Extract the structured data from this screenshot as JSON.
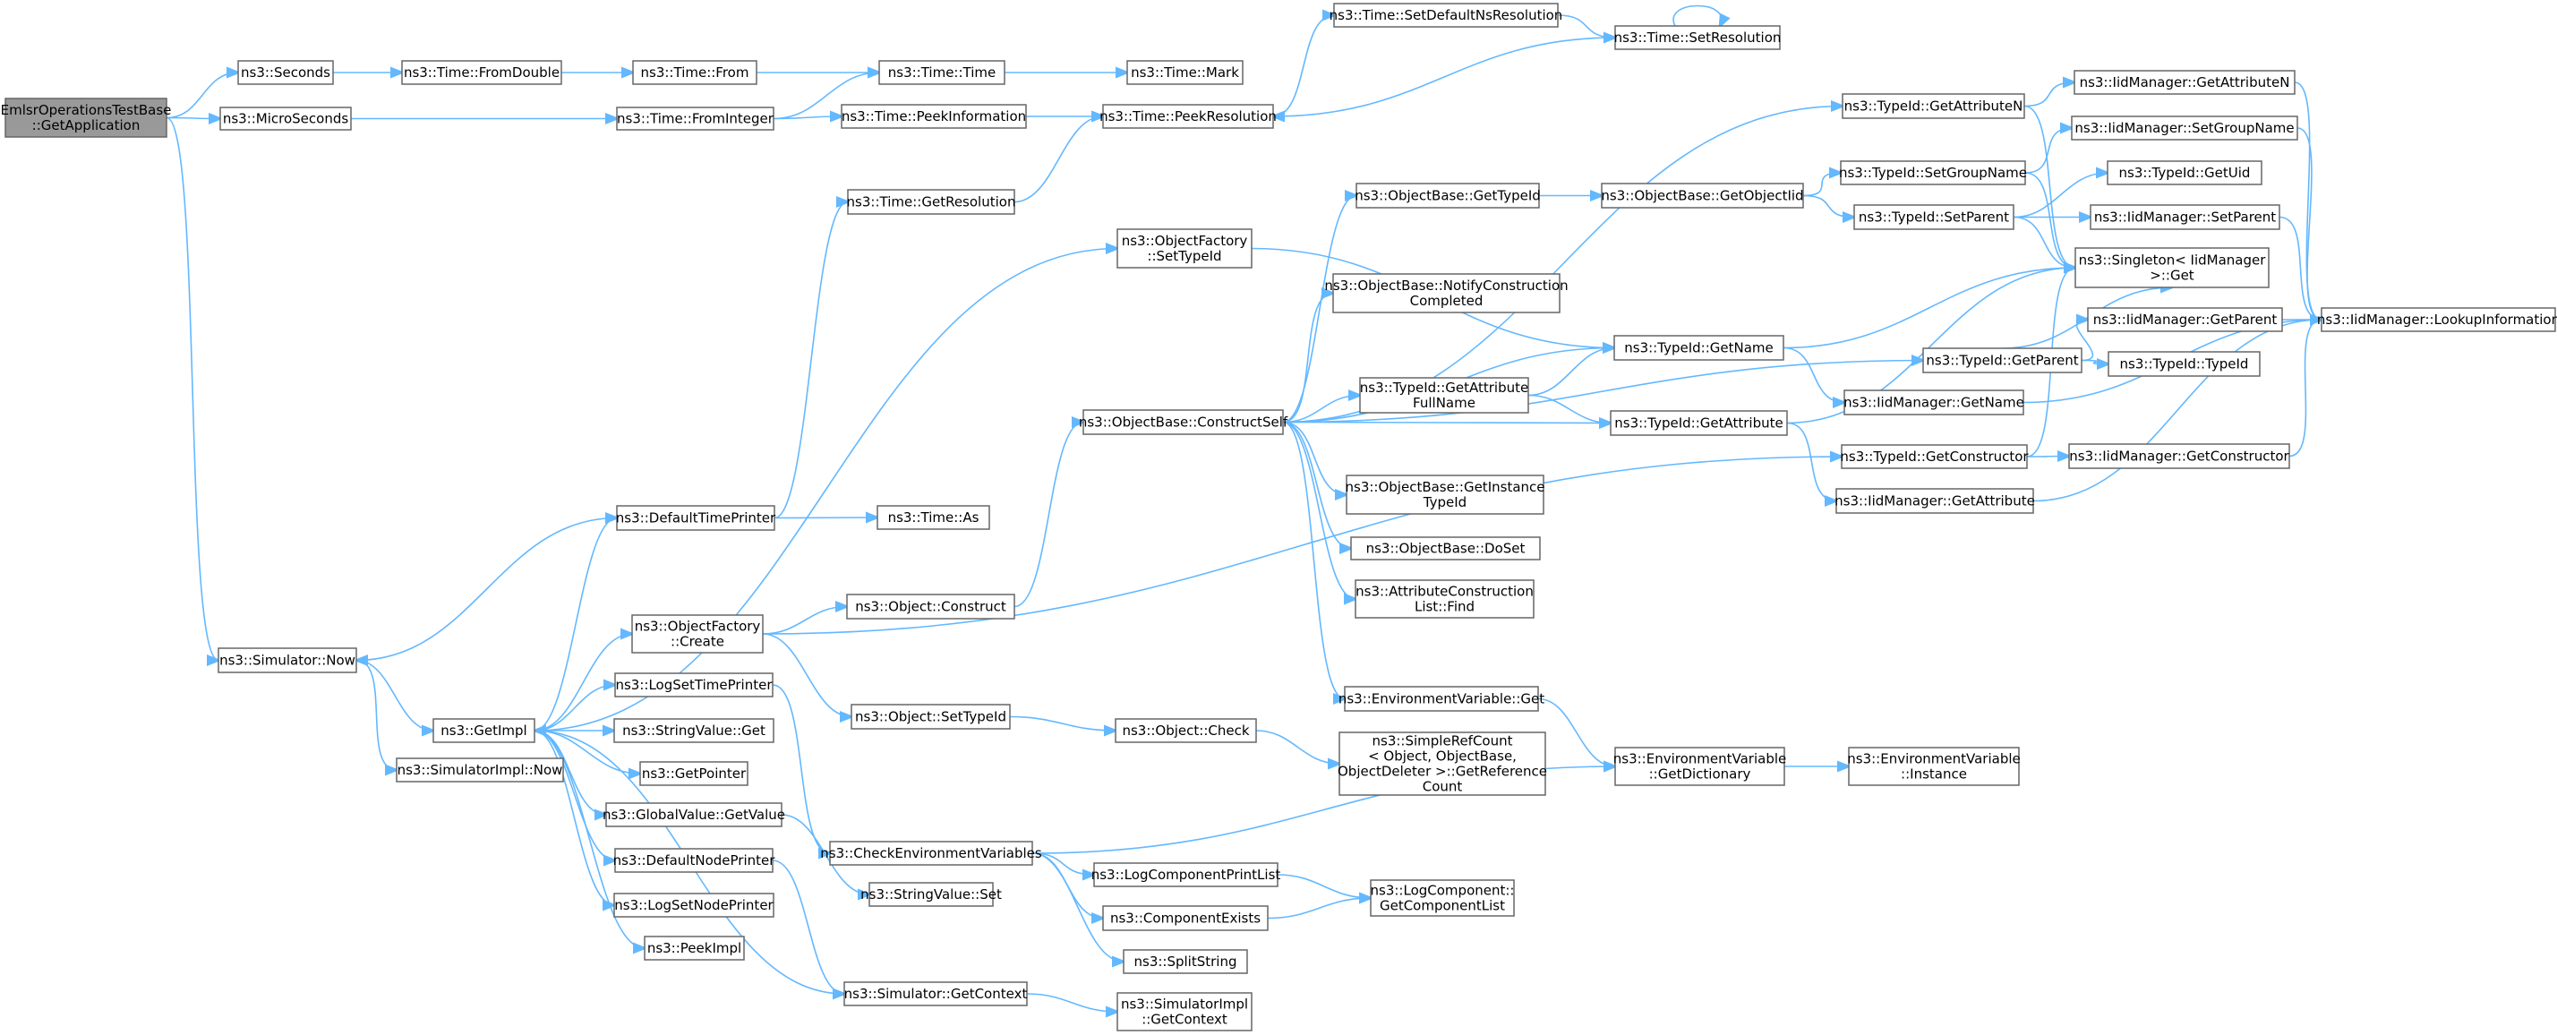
{
  "graph": {
    "type": "call-graph",
    "colors": {
      "edge": "#63b8ff",
      "node_border": "#666666",
      "root_fill": "#999999",
      "node_fill": "#ffffff"
    },
    "nodes": [
      {
        "id": "root",
        "lines": [
          "EmlsrOperationsTestBase",
          "::GetApplication"
        ],
        "root": true
      },
      {
        "id": "seconds",
        "lines": [
          "ns3::Seconds"
        ]
      },
      {
        "id": "microseconds",
        "lines": [
          "ns3::MicroSeconds"
        ]
      },
      {
        "id": "fromdouble",
        "lines": [
          "ns3::Time::FromDouble"
        ]
      },
      {
        "id": "from",
        "lines": [
          "ns3::Time::From"
        ]
      },
      {
        "id": "fromint",
        "lines": [
          "ns3::Time::FromInteger"
        ]
      },
      {
        "id": "time",
        "lines": [
          "ns3::Time::Time"
        ]
      },
      {
        "id": "mark",
        "lines": [
          "ns3::Time::Mark"
        ]
      },
      {
        "id": "peekinfo",
        "lines": [
          "ns3::Time::PeekInformation"
        ]
      },
      {
        "id": "peekres",
        "lines": [
          "ns3::Time::PeekResolution"
        ]
      },
      {
        "id": "setdefns",
        "lines": [
          "ns3::Time::SetDefaultNsResolution"
        ]
      },
      {
        "id": "setres",
        "lines": [
          "ns3::Time::SetResolution"
        ]
      },
      {
        "id": "getres",
        "lines": [
          "ns3::Time::GetResolution"
        ]
      },
      {
        "id": "objfac_settid",
        "lines": [
          "ns3::ObjectFactory",
          "::SetTypeId"
        ]
      },
      {
        "id": "ob_gettid",
        "lines": [
          "ns3::ObjectBase::GetTypeId"
        ]
      },
      {
        "id": "ob_getoiid",
        "lines": [
          "ns3::ObjectBase::GetObjectIid"
        ]
      },
      {
        "id": "ob_notify",
        "lines": [
          "ns3::ObjectBase::NotifyConstruction",
          "Completed"
        ]
      },
      {
        "id": "ob_construct",
        "lines": [
          "ns3::ObjectBase::ConstructSelf"
        ]
      },
      {
        "id": "tid_getattrfull",
        "lines": [
          "ns3::TypeId::GetAttribute",
          "FullName"
        ]
      },
      {
        "id": "ob_getinst",
        "lines": [
          "ns3::ObjectBase::GetInstance",
          "TypeId"
        ]
      },
      {
        "id": "ob_doset",
        "lines": [
          "ns3::ObjectBase::DoSet"
        ]
      },
      {
        "id": "attr_find",
        "lines": [
          "ns3::AttributeConstruction",
          "List::Find"
        ]
      },
      {
        "id": "tid_getattrn",
        "lines": [
          "ns3::TypeId::GetAttributeN"
        ]
      },
      {
        "id": "tid_setgroup",
        "lines": [
          "ns3::TypeId::SetGroupName"
        ]
      },
      {
        "id": "tid_setparent",
        "lines": [
          "ns3::TypeId::SetParent"
        ]
      },
      {
        "id": "tid_getname",
        "lines": [
          "ns3::TypeId::GetName"
        ]
      },
      {
        "id": "tid_getparent",
        "lines": [
          "ns3::TypeId::GetParent"
        ]
      },
      {
        "id": "iid_getname",
        "lines": [
          "ns3::IidManager::GetName"
        ]
      },
      {
        "id": "tid_getattr",
        "lines": [
          "ns3::TypeId::GetAttribute"
        ]
      },
      {
        "id": "tid_getctor",
        "lines": [
          "ns3::TypeId::GetConstructor"
        ]
      },
      {
        "id": "iid_getattr",
        "lines": [
          "ns3::IidManager::GetAttribute"
        ]
      },
      {
        "id": "iid_getattrn",
        "lines": [
          "ns3::IidManager::GetAttributeN"
        ]
      },
      {
        "id": "iid_setgroup",
        "lines": [
          "ns3::IidManager::SetGroupName"
        ]
      },
      {
        "id": "tid_getuid",
        "lines": [
          "ns3::TypeId::GetUid"
        ]
      },
      {
        "id": "iid_setparent",
        "lines": [
          "ns3::IidManager::SetParent"
        ]
      },
      {
        "id": "singleton",
        "lines": [
          "ns3::Singleton< IidManager",
          ">::Get"
        ]
      },
      {
        "id": "iid_getparent",
        "lines": [
          "ns3::IidManager::GetParent"
        ]
      },
      {
        "id": "tid_typeid",
        "lines": [
          "ns3::TypeId::TypeId"
        ]
      },
      {
        "id": "iid_getctor",
        "lines": [
          "ns3::IidManager::GetConstructor"
        ]
      },
      {
        "id": "iid_lookup",
        "lines": [
          "ns3::IidManager::LookupInformation"
        ]
      },
      {
        "id": "sim_now",
        "lines": [
          "ns3::Simulator::Now"
        ]
      },
      {
        "id": "defaulttp",
        "lines": [
          "ns3::DefaultTimePrinter"
        ]
      },
      {
        "id": "time_as",
        "lines": [
          "ns3::Time::As"
        ]
      },
      {
        "id": "getimpl",
        "lines": [
          "ns3::GetImpl"
        ]
      },
      {
        "id": "simimpl_now",
        "lines": [
          "ns3::SimulatorImpl::Now"
        ]
      },
      {
        "id": "objfac_create",
        "lines": [
          "ns3::ObjectFactory",
          "::Create"
        ]
      },
      {
        "id": "logsettp",
        "lines": [
          "ns3::LogSetTimePrinter"
        ]
      },
      {
        "id": "strval_get",
        "lines": [
          "ns3::StringValue::Get"
        ]
      },
      {
        "id": "getpointer",
        "lines": [
          "ns3::GetPointer"
        ]
      },
      {
        "id": "gv_getvalue",
        "lines": [
          "ns3::GlobalValue::GetValue"
        ]
      },
      {
        "id": "defaultnp",
        "lines": [
          "ns3::DefaultNodePrinter"
        ]
      },
      {
        "id": "logsetnp",
        "lines": [
          "ns3::LogSetNodePrinter"
        ]
      },
      {
        "id": "peekimpl",
        "lines": [
          "ns3::PeekImpl"
        ]
      },
      {
        "id": "obj_construct",
        "lines": [
          "ns3::Object::Construct"
        ]
      },
      {
        "id": "obj_settid",
        "lines": [
          "ns3::Object::SetTypeId"
        ]
      },
      {
        "id": "obj_check",
        "lines": [
          "ns3::Object::Check"
        ]
      },
      {
        "id": "srefcount",
        "lines": [
          "ns3::SimpleRefCount",
          "< Object, ObjectBase,",
          "ObjectDeleter >::GetReference",
          "Count"
        ]
      },
      {
        "id": "env_get",
        "lines": [
          "ns3::EnvironmentVariable::Get"
        ]
      },
      {
        "id": "env_getdict",
        "lines": [
          "ns3::EnvironmentVariable",
          "::GetDictionary"
        ]
      },
      {
        "id": "env_instance",
        "lines": [
          "ns3::EnvironmentVariable",
          "::Instance"
        ]
      },
      {
        "id": "checkenv",
        "lines": [
          "ns3::CheckEnvironmentVariables"
        ]
      },
      {
        "id": "strval_set",
        "lines": [
          "ns3::StringValue::Set"
        ]
      },
      {
        "id": "logcompprint",
        "lines": [
          "ns3::LogComponentPrintList"
        ]
      },
      {
        "id": "compexists",
        "lines": [
          "ns3::ComponentExists"
        ]
      },
      {
        "id": "logcomp_getlist",
        "lines": [
          "ns3::LogComponent::",
          "GetComponentList"
        ]
      },
      {
        "id": "splitstring",
        "lines": [
          "ns3::SplitString"
        ]
      },
      {
        "id": "sim_getctx",
        "lines": [
          "ns3::Simulator::GetContext"
        ]
      },
      {
        "id": "simimpl_getctx",
        "lines": [
          "ns3::SimulatorImpl",
          "::GetContext"
        ]
      }
    ],
    "edges": [
      [
        "root",
        "seconds"
      ],
      [
        "root",
        "microseconds"
      ],
      [
        "root",
        "sim_now"
      ],
      [
        "seconds",
        "fromdouble"
      ],
      [
        "fromdouble",
        "from"
      ],
      [
        "from",
        "time"
      ],
      [
        "time",
        "mark"
      ],
      [
        "microseconds",
        "fromint"
      ],
      [
        "fromint",
        "time"
      ],
      [
        "fromint",
        "peekinfo"
      ],
      [
        "peekinfo",
        "peekres"
      ],
      [
        "peekres",
        "setdefns"
      ],
      [
        "setdefns",
        "setres"
      ],
      [
        "setres",
        "setres"
      ],
      [
        "setres",
        "peekres"
      ],
      [
        "getres",
        "peekres"
      ],
      [
        "objfac_settid",
        "tid_getname"
      ],
      [
        "ob_gettid",
        "ob_getoiid"
      ],
      [
        "ob_getoiid",
        "tid_setgroup"
      ],
      [
        "ob_getoiid",
        "tid_setparent"
      ],
      [
        "tid_setgroup",
        "iid_setgroup"
      ],
      [
        "tid_setgroup",
        "singleton"
      ],
      [
        "tid_setparent",
        "tid_getuid"
      ],
      [
        "tid_setparent",
        "iid_setparent"
      ],
      [
        "tid_setparent",
        "singleton"
      ],
      [
        "tid_getattrn",
        "iid_getattrn"
      ],
      [
        "tid_getattrn",
        "singleton"
      ],
      [
        "iid_getattrn",
        "iid_lookup"
      ],
      [
        "iid_setgroup",
        "iid_lookup"
      ],
      [
        "iid_setparent",
        "iid_lookup"
      ],
      [
        "iid_getparent",
        "iid_lookup"
      ],
      [
        "iid_getname",
        "iid_lookup"
      ],
      [
        "iid_getctor",
        "iid_lookup"
      ],
      [
        "iid_getattr",
        "iid_lookup"
      ],
      [
        "tid_getparent",
        "iid_getparent"
      ],
      [
        "tid_getparent",
        "tid_typeid"
      ],
      [
        "tid_getparent",
        "singleton"
      ],
      [
        "tid_getname",
        "iid_getname"
      ],
      [
        "tid_getname",
        "singleton"
      ],
      [
        "tid_getattr",
        "iid_getattr"
      ],
      [
        "tid_getattr",
        "singleton"
      ],
      [
        "tid_getctor",
        "iid_getctor"
      ],
      [
        "tid_getctor",
        "singleton"
      ],
      [
        "ob_construct",
        "tid_getattrn"
      ],
      [
        "ob_construct",
        "ob_gettid"
      ],
      [
        "ob_construct",
        "tid_getparent"
      ],
      [
        "ob_construct",
        "ob_notify"
      ],
      [
        "ob_construct",
        "tid_getname"
      ],
      [
        "ob_construct",
        "tid_getattrfull"
      ],
      [
        "ob_construct",
        "tid_getattr"
      ],
      [
        "ob_construct",
        "ob_getinst"
      ],
      [
        "ob_construct",
        "ob_doset"
      ],
      [
        "ob_construct",
        "attr_find"
      ],
      [
        "ob_construct",
        "env_get"
      ],
      [
        "tid_getattrfull",
        "tid_getname"
      ],
      [
        "tid_getattrfull",
        "tid_getattr"
      ],
      [
        "sim_now",
        "getimpl"
      ],
      [
        "sim_now",
        "simimpl_now"
      ],
      [
        "defaulttp",
        "getres"
      ],
      [
        "defaulttp",
        "time_as"
      ],
      [
        "defaulttp",
        "sim_now"
      ],
      [
        "getimpl",
        "defaulttp"
      ],
      [
        "getimpl",
        "objfac_settid"
      ],
      [
        "getimpl",
        "objfac_create"
      ],
      [
        "getimpl",
        "logsettp"
      ],
      [
        "getimpl",
        "strval_get"
      ],
      [
        "getimpl",
        "getpointer"
      ],
      [
        "getimpl",
        "gv_getvalue"
      ],
      [
        "getimpl",
        "defaultnp"
      ],
      [
        "getimpl",
        "logsetnp"
      ],
      [
        "getimpl",
        "peekimpl"
      ],
      [
        "objfac_create",
        "obj_construct"
      ],
      [
        "objfac_create",
        "obj_settid"
      ],
      [
        "objfac_create",
        "tid_getctor"
      ],
      [
        "obj_construct",
        "ob_construct"
      ],
      [
        "obj_settid",
        "obj_check"
      ],
      [
        "obj_check",
        "srefcount"
      ],
      [
        "logsettp",
        "checkenv"
      ],
      [
        "gv_getvalue",
        "strval_set"
      ],
      [
        "defaultnp",
        "sim_getctx"
      ],
      [
        "checkenv",
        "env_getdict"
      ],
      [
        "checkenv",
        "logcompprint"
      ],
      [
        "checkenv",
        "compexists"
      ],
      [
        "checkenv",
        "splitstring"
      ],
      [
        "env_get",
        "env_getdict"
      ],
      [
        "env_getdict",
        "env_instance"
      ],
      [
        "logcompprint",
        "logcomp_getlist"
      ],
      [
        "compexists",
        "logcomp_getlist"
      ],
      [
        "sim_getctx",
        "simimpl_getctx"
      ],
      [
        "sim_getctx",
        "getimpl"
      ]
    ]
  }
}
